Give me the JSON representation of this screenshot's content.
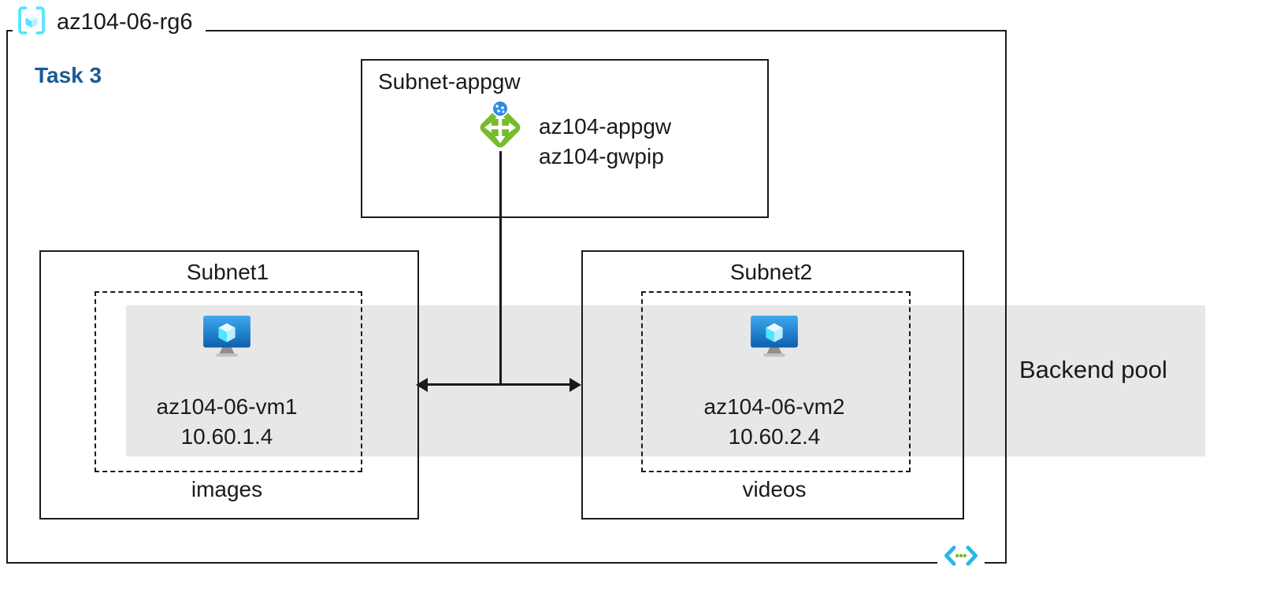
{
  "resource_group": {
    "name": "az104-06-rg6"
  },
  "task": {
    "label": "Task 3"
  },
  "appgw_subnet": {
    "title": "Subnet-appgw",
    "gateway_name": "az104-appgw",
    "gateway_pip": "az104-gwpip"
  },
  "subnet1": {
    "title": "Subnet1",
    "vm_name": "az104-06-vm1",
    "vm_ip": "10.60.1.4",
    "caption": "images"
  },
  "subnet2": {
    "title": "Subnet2",
    "vm_name": "az104-06-vm2",
    "vm_ip": "10.60.2.4",
    "caption": "videos"
  },
  "backend_pool": {
    "label": "Backend pool"
  },
  "icons": {
    "resource_group": "resource-group-icon",
    "application_gateway": "application-gateway-icon",
    "virtual_machine": "virtual-machine-icon",
    "virtual_network": "virtual-network-icon"
  },
  "colors": {
    "task_label": "#1a5a96",
    "backend_band": "#e7e7e7",
    "gateway_green": "#76bc2d",
    "vm_screen_blue_top": "#3fa9f0",
    "vm_screen_blue_bottom": "#0e5fae",
    "cube_cyan": "#50e6ff",
    "resource_group_cyan": "#50e6ff",
    "vnet_cyan": "#29b6e8",
    "vnet_dot_green": "#76bc2d",
    "border": "#1a1a1a"
  }
}
